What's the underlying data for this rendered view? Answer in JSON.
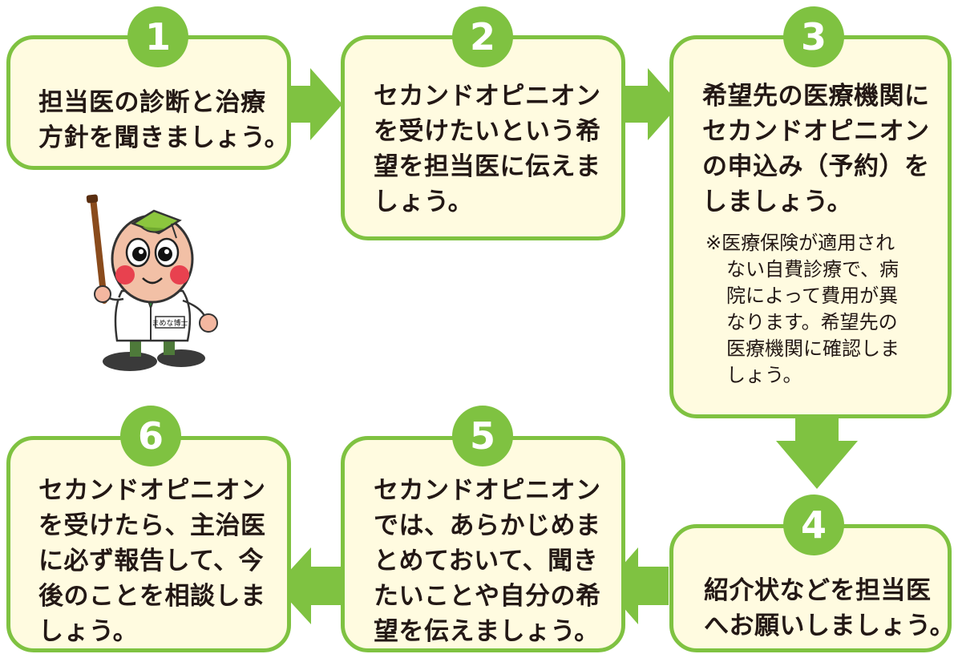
{
  "colors": {
    "accent": "#7fc241",
    "box_fill": "#fffbe0",
    "text": "#231815"
  },
  "steps": [
    {
      "number": "1",
      "lines": [
        "担当医の診断と治療",
        "方針を聞きましょう。"
      ]
    },
    {
      "number": "2",
      "lines": [
        "セカンドオピニオン",
        "を受けたいという希",
        "望を担当医に伝えま",
        "しょう。"
      ]
    },
    {
      "number": "3",
      "lines": [
        "希望先の医療機関に",
        "セカンドオピニオン",
        "の申込み（予約）を",
        "しましょう。"
      ],
      "note": [
        "※医療保険が適用され",
        "ない自費診療で、病",
        "院によって費用が異",
        "なります。希望先の",
        "医療機関に確認しま",
        "しょう。"
      ]
    },
    {
      "number": "4",
      "lines": [
        "紹介状などを担当医",
        "へお願いしましょう。"
      ]
    },
    {
      "number": "5",
      "lines": [
        "セカンドオピニオン",
        "では、あらかじめま",
        "とめておいて、聞き",
        "たいことや自分の希",
        "望を伝えましょう。"
      ]
    },
    {
      "number": "6",
      "lines": [
        "セカンドオピニオン",
        "を受けたら、主治医",
        "に必ず報告して、今",
        "後のことを相談しま",
        "しょう。"
      ]
    }
  ],
  "mascot": {
    "name_tag": "まめな博士",
    "icon": "mascot-icon"
  }
}
